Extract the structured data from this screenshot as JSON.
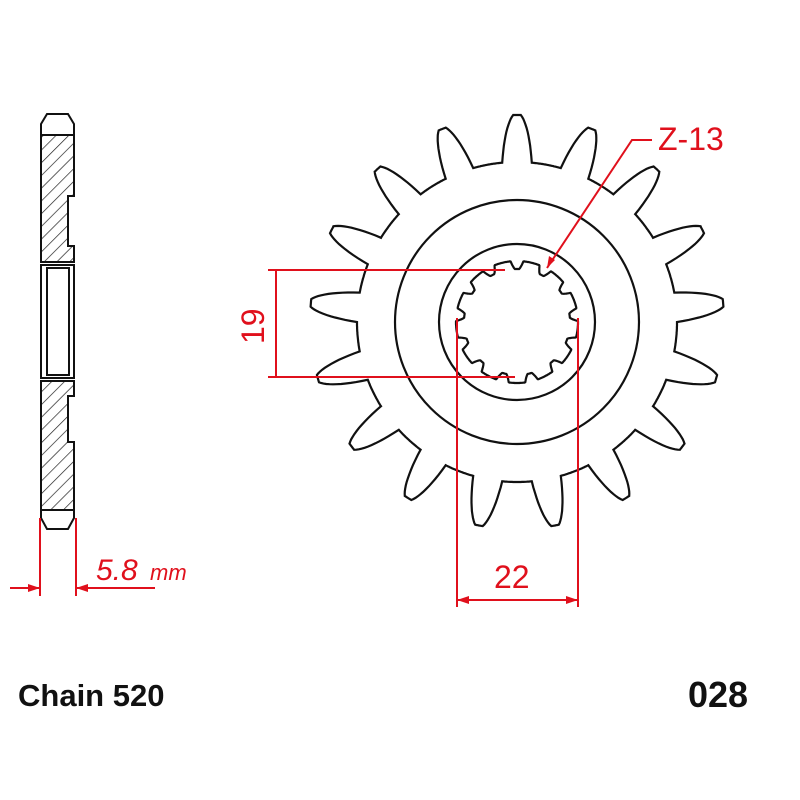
{
  "drawing": {
    "tooth_count": 17,
    "spline_count": 13,
    "spline_label": "Z-13",
    "inner_diameter_label": "19",
    "outer_spline_diameter_label": "22",
    "thickness_value": "5.8",
    "thickness_unit": "mm"
  },
  "footer": {
    "chain_label": "Chain 520",
    "part_number": "028"
  },
  "colors": {
    "line": "#111111",
    "dimension": "#e0101c"
  }
}
